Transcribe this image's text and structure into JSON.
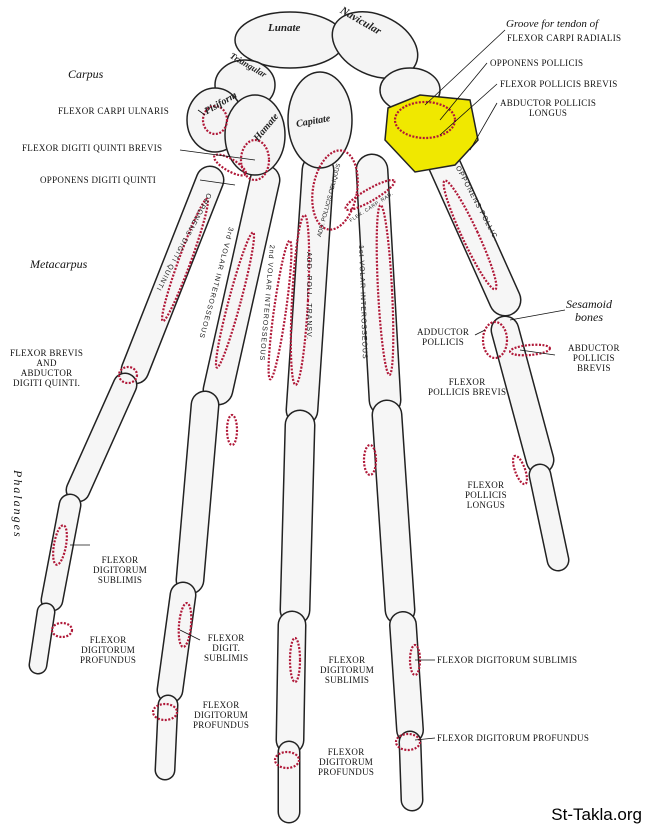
{
  "regions": {
    "carpus": "Carpus",
    "metacarpus": "Metacarpus",
    "phalanges": "Phalanges"
  },
  "bones": {
    "lunate": "Lunate",
    "navicular": "Navicular",
    "triangular": "Triangular",
    "pisiform": "Pisiform",
    "hamate": "Hamate",
    "capitate": "Capitate"
  },
  "labels": {
    "groove": "Groove for tendon of",
    "flexor_carpi_radialis": "Flexor carpi radialis",
    "opponens_pollicis": "Opponens pollicis",
    "flexor_pollicis_brevis_top": "Flexor pollicis brevis",
    "abductor_pollicis_longus": "Abductor pollicis\nlongus",
    "flexor_carpi_ulnaris": "Flexor carpi ulnaris",
    "flexor_digiti_quinti_brevis": "Flexor digiti quinti brevis",
    "opponens_digiti_quinti": "Opponens digiti quinti",
    "sesamoid_bones": "Sesamoid\nbones",
    "adductor_pollicis": "Adductor\npollicis",
    "abductor_pollicis_brevis": "Abductor\npollicis\nbrevis",
    "flexor_pollicis_brevis": "Flexor\npollicis brevis",
    "flexor_brevis_abductor_dq": "Flexor brevis\nand\nAbductor\ndigiti quinti.",
    "flexor_pollicis_longus": "Flexor\npollicis\nlongus",
    "fds_little": "Flexor\ndigitorum\nsublimis",
    "fdp_little": "Flexor\ndigitorum\nprofundus",
    "fds_ring": "Flexor\ndigit.\nsublimis",
    "fdp_ring": "Flexor\ndigitorum\nprofundus",
    "fds_middle": "Flexor\ndigitorum\nsublimis",
    "fdp_middle": "Flexor\ndigitorum\nprofundus",
    "fds_index": "Flexor digitorum sublimis",
    "fdp_index": "Flexor digitorum profundus"
  },
  "on_bone_labels": {
    "vi3": "3rd VOLAR INTEROSSEOUS",
    "vi2": "2nd VOLAR INTEROSSEOUS",
    "vi1": "1st VOLAR INTEROSSEOUS",
    "odq": "OPPONENS DIGITI QUINTI",
    "apo": "ADD. POLLICIS OBLIQUUS",
    "apt": "ADD. POLL. TRANSV.",
    "op": "OPPONENS POLLIC.",
    "fcr": "FLEX. CARP. RAD."
  },
  "watermark": "St-Takla.org",
  "colors": {
    "highlight": "#f0e800",
    "muscle_attachment": "#b01838",
    "bone_outline": "#222222"
  }
}
